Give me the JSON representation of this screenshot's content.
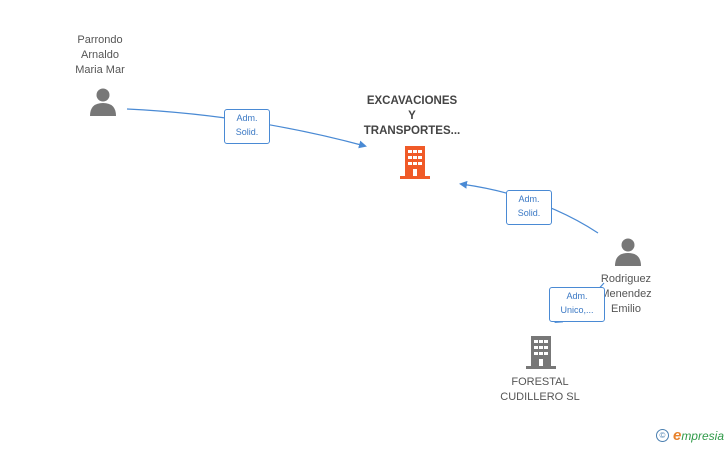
{
  "nodes": {
    "parrondo": {
      "lines": [
        "Parrondo",
        "Arnaldo",
        "Maria Mar"
      ]
    },
    "excavaciones": {
      "lines": [
        "EXCAVACIONES",
        "Y",
        "TRANSPORTES..."
      ]
    },
    "rodriguez": {
      "lines": [
        "Rodriguez",
        "Menendez",
        "Emilio"
      ]
    },
    "forestal": {
      "lines": [
        "FORESTAL",
        "CUDILLERO SL"
      ]
    }
  },
  "edges": {
    "parrondo_to_exc": {
      "lines": [
        "Adm.",
        "Solid."
      ]
    },
    "rodriguez_to_exc": {
      "lines": [
        "Adm.",
        "Solid."
      ]
    },
    "rodriguez_to_forestal": {
      "lines": [
        "Adm.",
        "Unico,..."
      ]
    }
  },
  "watermark": {
    "copyright": "©",
    "brand_first": "e",
    "brand_rest": "mpresia"
  },
  "colors": {
    "edge": "#4a8ad4",
    "person": "#777777",
    "main_company": "#f05a28",
    "company": "#777777"
  }
}
